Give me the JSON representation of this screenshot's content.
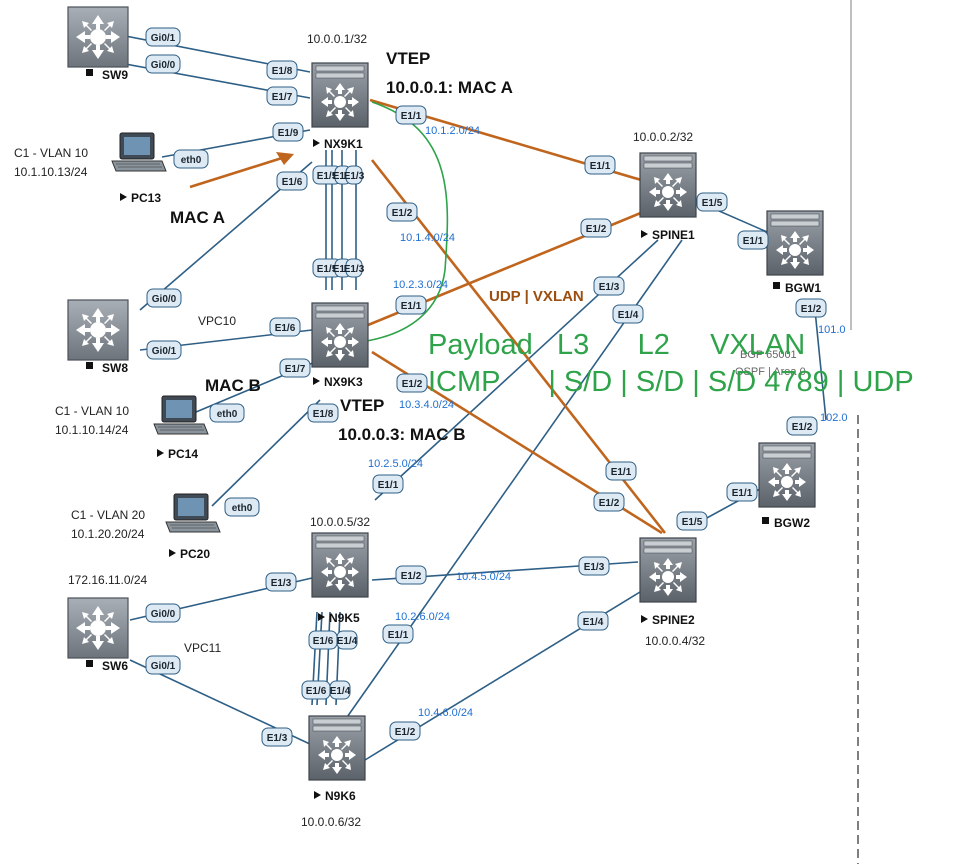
{
  "colors": {
    "link": "#2e5f86",
    "vxlan": "#c0651d",
    "green": "#2ea34a",
    "subnet": "#1f6fd1",
    "port_bg": "#dde9f3"
  },
  "devices": {
    "sw9": {
      "name": "SW9",
      "icon": "l2-switch-icon"
    },
    "sw8": {
      "name": "SW8",
      "icon": "l2-switch-icon"
    },
    "sw6": {
      "name": "SW6",
      "icon": "l2-switch-icon"
    },
    "nx9k1": {
      "name": "NX9K1",
      "ip": "10.0.0.1/32",
      "icon": "nexus-switch-icon"
    },
    "nx9k3": {
      "name": "NX9K3",
      "ip": "10.0.0.3/32",
      "icon": "nexus-switch-icon"
    },
    "n9k5": {
      "name": "N9K5",
      "ip": "10.0.0.5/32",
      "icon": "nexus-switch-icon"
    },
    "n9k6": {
      "name": "N9K6",
      "ip": "10.0.0.6/32",
      "icon": "nexus-switch-icon"
    },
    "spine1": {
      "name": "SPINE1",
      "ip": "10.0.0.2/32",
      "icon": "nexus-switch-icon"
    },
    "spine2": {
      "name": "SPINE2",
      "ip": "10.0.0.4/32",
      "icon": "nexus-switch-icon"
    },
    "bgw1": {
      "name": "BGW1",
      "icon": "nexus-switch-icon"
    },
    "bgw2": {
      "name": "BGW2",
      "icon": "nexus-switch-icon"
    },
    "pc13": {
      "name": "PC13",
      "vlan": "C1 - VLAN 10",
      "ip": "10.1.10.13/24",
      "icon": "pc-icon"
    },
    "pc14": {
      "name": "PC14",
      "vlan": "C1 - VLAN 10",
      "ip": "10.1.10.14/24",
      "icon": "pc-icon"
    },
    "pc20": {
      "name": "PC20",
      "vlan": "C1 - VLAN 20",
      "ip": "10.1.20.20/24",
      "icon": "pc-icon"
    }
  },
  "subnets": {
    "s1_2_0": "10.1.2.0/24",
    "s1_4_0": "10.1.4.0/24",
    "s2_3_0": "10.2.3.0/24",
    "s3_4_0": "10.3.4.0/24",
    "s2_5_0": "10.2.5.0/24",
    "s4_5_0": "10.4.5.0/24",
    "s2_6_0": "10.2.6.0/24",
    "s4_6_0": "10.4.6.0/24",
    "s172": "172.16.11.0/24"
  },
  "vpc": {
    "vpc10": "VPC10",
    "vpc11": "VPC11"
  },
  "ports": {
    "sw9_gi01": "Gi0/1",
    "sw9_gi00": "Gi0/0",
    "nx1_e18": "E1/8",
    "nx1_e17": "E1/7",
    "nx1_e19": "E1/9",
    "nx1_e16": "E1/6",
    "nx1_e11": "E1/1",
    "nx1_e12": "E1/2",
    "nx1_e15": "E1/5",
    "nx1_e14": "E1/4",
    "nx1_e13": "E1/3",
    "pc13_eth0": "eth0",
    "sp1_e11": "E1/1",
    "sp1_e12": "E1/2",
    "sp1_e13": "E1/3",
    "sp1_e14": "E1/4",
    "sp1_e15": "E1/5",
    "bgw1_e11": "E1/1",
    "bgw1_e12": "E1/2",
    "sw8_gi00": "Gi0/0",
    "sw8_gi01": "Gi0/1",
    "nx3_e15": "E1/5",
    "nx3_e14": "E1/4",
    "nx3_e13": "E1/3",
    "nx3_e16": "E1/6",
    "nx3_e17": "E1/7",
    "nx3_e18": "E1/8",
    "nx3_e11": "E1/1",
    "nx3_e12": "E1/2",
    "pc14_eth0": "eth0",
    "pc20_eth0": "eth0",
    "n5_e11": "E1/1",
    "n5_e13": "E1/3",
    "n5_e12": "E1/2",
    "n5_e16": "E1/6",
    "n5_e14": "E1/4",
    "sp2_e11": "E1/1",
    "sp2_e12": "E1/2",
    "sp2_e13": "E1/3",
    "sp2_e14": "E1/4",
    "sp2_e15": "E1/5",
    "bgw2_e11": "E1/1",
    "bgw2_e12": "E1/2",
    "sw6_gi00": "Gi0/0",
    "sw6_gi01": "Gi0/1",
    "n6_e11": "E1/1",
    "n6_e16": "E1/6",
    "n6_e14": "E1/4",
    "n6_e13": "E1/3",
    "n6_e12": "E1/2"
  },
  "annotations": {
    "vtep1_title": "VTEP",
    "vtep1_detail": "10.0.0.1: MAC A",
    "vtep3_title": "VTEP",
    "vtep3_detail": "10.0.0.3: MAC B",
    "mac_a": "MAC A",
    "mac_b": "MAC B",
    "udp_vxlan": "UDP | VXLAN",
    "header_row1": "Payload   L3      L2     VXLAN",
    "header_row2": "ICMP      | S/D | S/D | S/D 4789 | UDP"
  },
  "bgp": {
    "as": "BGP 65001",
    "ospf": "OSPF | Area 0",
    "cut_101": "101.0",
    "cut_102": "102.0"
  }
}
